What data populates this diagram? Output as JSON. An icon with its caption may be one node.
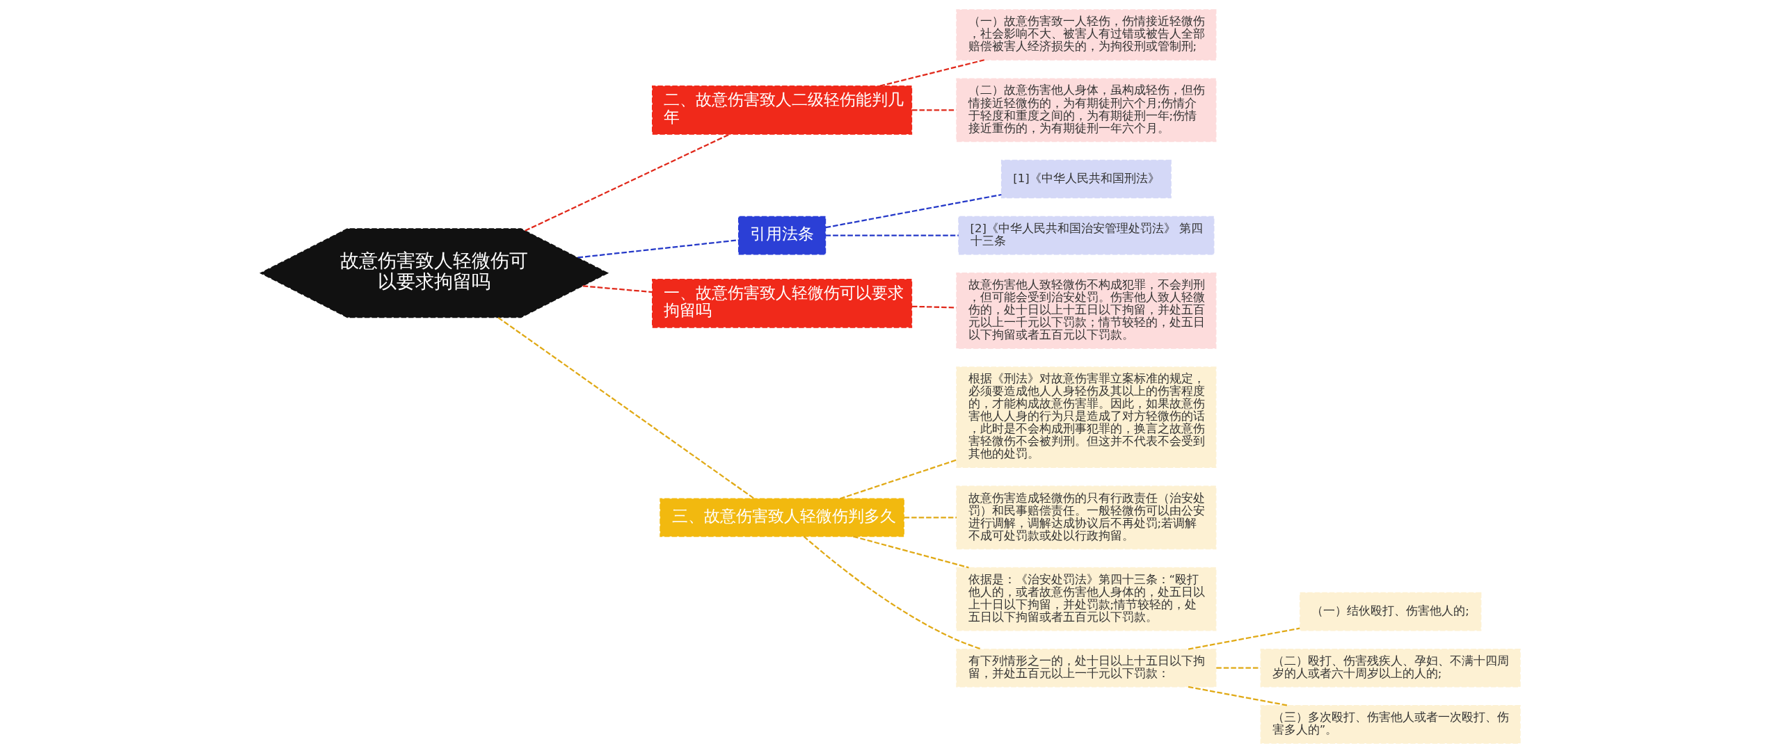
{
  "diagram": {
    "nodes": [
      {
        "text": [
          "故意伤害致人轻微伤可以要求拘留吗"
        ]
      },
      {
        "text": [
          "二、故意伤害致人二级轻伤能判几年"
        ]
      },
      {
        "text": [
          "（一）故意伤害致一人轻伤，伤情接近轻微伤，社会影响不大、被害人有过错或被告人全部赔偿被害人经济损失的，为拘役刑或管制刑;"
        ]
      },
      {
        "text": [
          "（二）故意伤害他人身体，虽构成轻伤，但伤情接近轻微伤的，为有期徒刑六个月;伤情介于轻度和重度之间的，为有期徒刑一年;伤情接近重伤的，为有期徒刑一年六个月。"
        ]
      },
      {
        "text": [
          "引用法条"
        ]
      },
      {
        "text": [
          "[1]《中华人民共和国刑法》"
        ]
      },
      {
        "text": [
          "[2]《中华人民共和国治安管理处罚法》 第四十三条"
        ]
      },
      {
        "text": [
          "一、故意伤害致人轻微伤可以要求拘留吗"
        ]
      },
      {
        "text": [
          "故意伤害他人致轻微伤不构成犯罪，不会判刑，但可能会受到治安处罚。伤害他人致人轻微伤的，处十日以上十五日以下拘留，并处五百元以上一千元以下罚款；情节较轻的，处五日以下拘留或者五百元以下罚款。"
        ]
      },
      {
        "text": [
          "三、故意伤害致人轻微伤判多久"
        ]
      },
      {
        "text": [
          "根据《刑法》对故意伤害罪立案标准的规定，必须要造成他人人身轻伤及其以上的伤害程度的，才能构成故意伤害罪。因此，如果故意伤害他人人身的行为只是造成了对方轻微伤的话，此时是不会构成刑事犯罪的，换言之故意伤害轻微伤不会被判刑。但这并不代表不会受到其他的处罚。"
        ]
      },
      {
        "text": [
          "故意伤害造成轻微伤的只有行政责任（治安处罚）和民事赔偿责任。一般轻微伤可以由公安进行调解，调解达成协议后不再处罚;若调解不成可处罚款或处以行政拘留。"
        ]
      },
      {
        "text": [
          "依据是：《治安处罚法》第四十三条：“殴打他人的，或者故意伤害他人身体的，处五日以上十日以下拘留，并处罚款;情节较轻的，处五日以下拘留或者五百元以下罚款。"
        ]
      },
      {
        "text": [
          "有下列情形之一的，处十日以上十五日以下拘留，并处五百元以上一千元以下罚款："
        ]
      },
      {
        "text": [
          "（一）结伙殴打、伤害他人的;"
        ]
      },
      {
        "text": [
          "（二）殴打、伤害残疾人、孕妇、不满十四周岁的人或者六十周岁以上的人的;"
        ]
      },
      {
        "text": [
          "（三）多次殴打、伤害他人或者一次殴打、伤害多人的”。"
        ]
      }
    ],
    "edges": [
      {
        "from": 0,
        "to": 1,
        "arrow": "none",
        "style": "dashed",
        "color": "#e0281a"
      },
      {
        "from": 1,
        "to": 2,
        "arrow": "none",
        "style": "dashed",
        "color": "#e0281a"
      },
      {
        "from": 1,
        "to": 3,
        "arrow": "none",
        "style": "dashed",
        "color": "#e0281a"
      },
      {
        "from": 0,
        "to": 4,
        "arrow": "none",
        "style": "dashed",
        "color": "#2438c8"
      },
      {
        "from": 4,
        "to": 5,
        "arrow": "none",
        "style": "dashed",
        "color": "#2438c8"
      },
      {
        "from": 4,
        "to": 6,
        "arrow": "none",
        "style": "dashed",
        "color": "#2438c8"
      },
      {
        "from": 0,
        "to": 7,
        "arrow": "none",
        "style": "dashed",
        "color": "#e0281a"
      },
      {
        "from": 7,
        "to": 8,
        "arrow": "none",
        "style": "dashed",
        "color": "#e0281a"
      },
      {
        "from": 0,
        "to": 9,
        "arrow": "none",
        "style": "dashed"
      },
      {
        "from": 9,
        "to": 10,
        "arrow": "none",
        "style": "dashed"
      },
      {
        "from": 9,
        "to": 11,
        "arrow": "none",
        "style": "dashed"
      },
      {
        "from": 9,
        "to": 12,
        "arrow": "none",
        "style": "dashed"
      },
      {
        "from": 9,
        "to": 13,
        "arrow": "none",
        "style": "dashed"
      },
      {
        "from": 13,
        "to": 14,
        "arrow": "none",
        "style": "dashed"
      },
      {
        "from": 13,
        "to": 15,
        "arrow": "none",
        "style": "dashed"
      },
      {
        "from": 13,
        "to": 16,
        "arrow": "none",
        "style": "dashed"
      }
    ]
  }
}
